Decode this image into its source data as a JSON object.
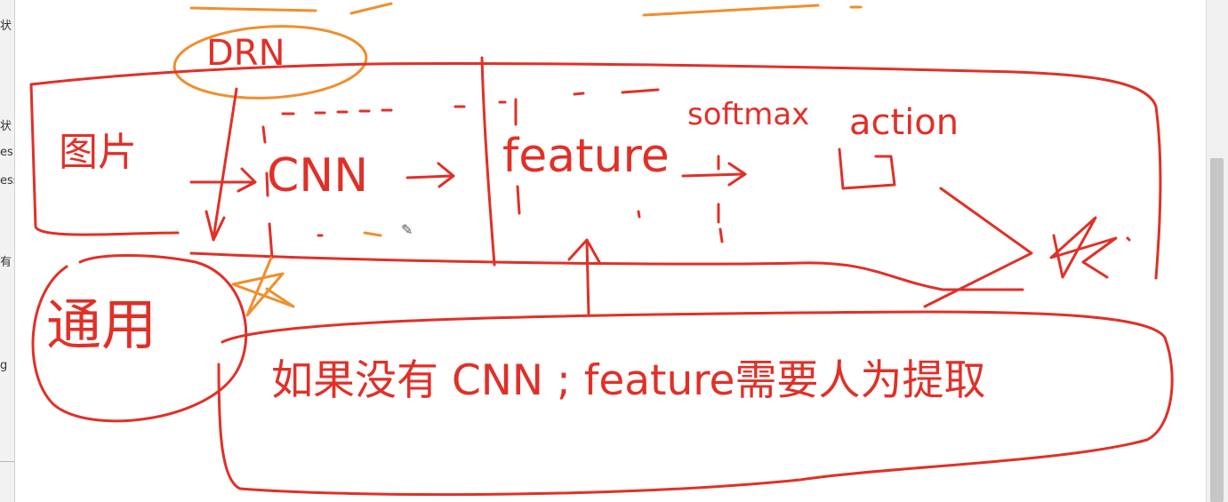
{
  "side_panel": {
    "fragments": [
      "状",
      "状",
      "es",
      "ess",
      "有",
      "g"
    ]
  },
  "diagram": {
    "top_label": "DRN",
    "input_box": "图片",
    "cnn": "CNN",
    "feature": "feature",
    "softmax": "softmax",
    "action": "action",
    "general_label": "通用",
    "note": "如果没有 CNN ; feature需要人为提取"
  },
  "colors": {
    "ink_red": "#e03028",
    "ink_orange": "#ef8f2e"
  },
  "icons": {
    "pencil_cursor": "pencil-icon",
    "star_left": "star-icon",
    "star_right": "star-icon"
  }
}
